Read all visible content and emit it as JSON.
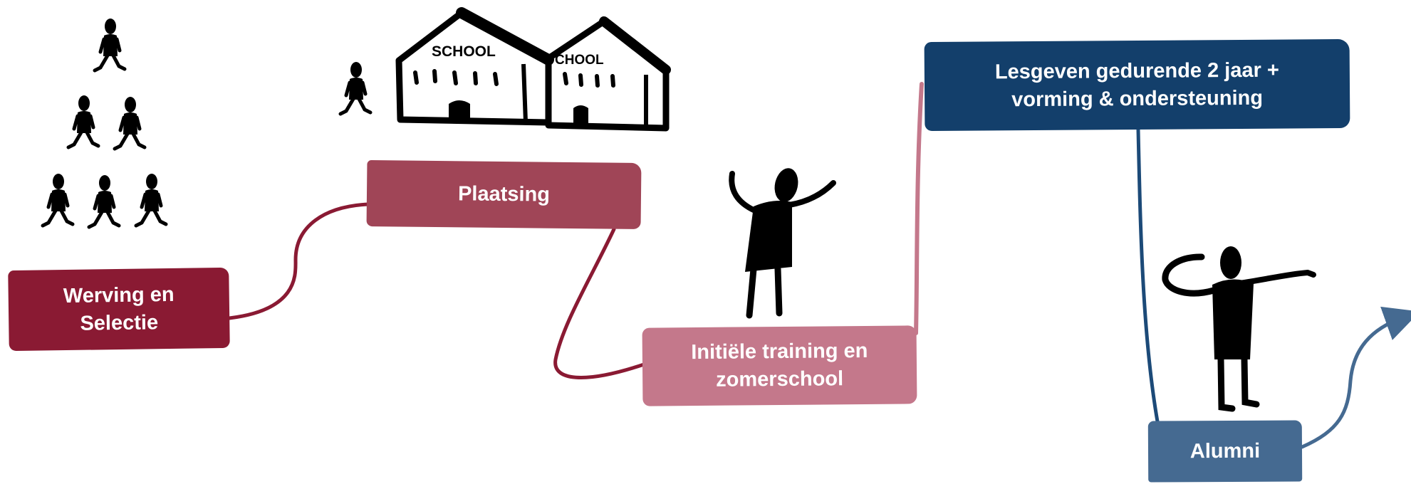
{
  "colors": {
    "werving": "#8a1a33",
    "plaatsing": "#a04557",
    "initiele": "#c4788b",
    "lesgeven": "#133f6b",
    "alumni": "#456a91",
    "ink": "#000000",
    "text": "#ffffff"
  },
  "steps": {
    "werving": {
      "line1": "Werving en",
      "line2": "Selectie"
    },
    "plaatsing": {
      "label": "Plaatsing"
    },
    "initiele": {
      "line1": "Initiële training en",
      "line2": "zomerschool"
    },
    "lesgeven": {
      "line1": "Lesgeven gedurende 2 jaar +",
      "line2": "vorming & ondersteuning"
    },
    "alumni": {
      "label": "Alumni"
    }
  },
  "illustrations": {
    "school_sign_1": "SCHOOL",
    "school_sign_2": "CHOOL",
    "icons": [
      "people-pyramid-icon",
      "walking-person-icon",
      "school-buildings-icon",
      "cheering-person-icon",
      "pointing-person-icon"
    ]
  }
}
